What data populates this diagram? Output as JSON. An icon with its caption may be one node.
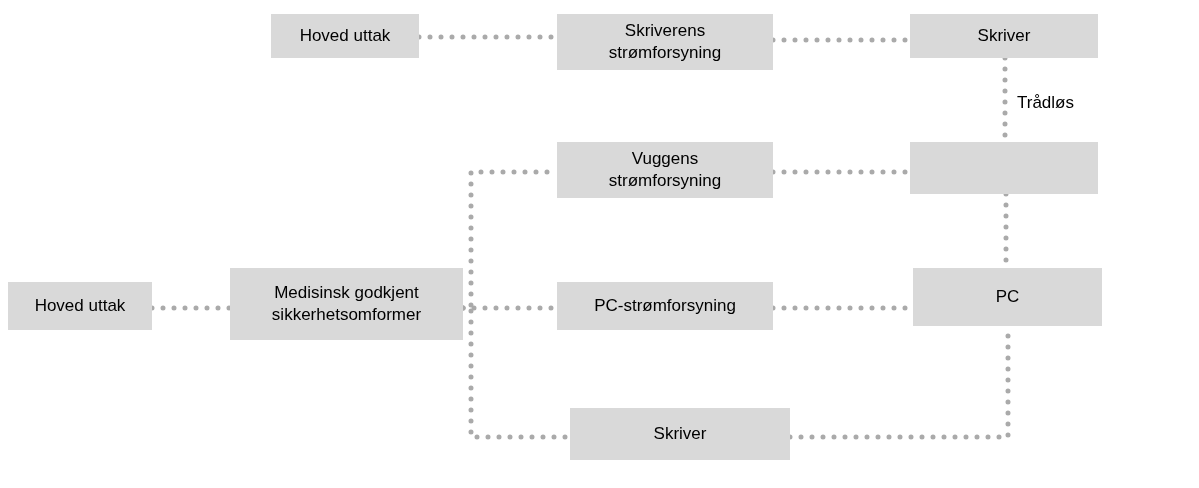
{
  "diagram": {
    "nodes": [
      {
        "text": [
          "Hoved uttak"
        ]
      },
      {
        "text": [
          "Skriverens strømforsyning"
        ]
      },
      {
        "text": [
          "Skriver"
        ]
      },
      {
        "text": [],
        "shape": "box"
      },
      {
        "text": [
          "Vuggens strømforsyning"
        ]
      },
      {
        "text": [
          "Hoved uttak"
        ]
      },
      {
        "text": [
          "Medisinsk godkjent sikkerhetsomformer"
        ]
      },
      {
        "text": [
          "PC-strømforsyning"
        ]
      },
      {
        "text": [
          "PC"
        ]
      },
      {
        "text": [
          "Skriver"
        ]
      }
    ],
    "edges": [
      {
        "from": 0,
        "to": 1,
        "arrow": "none"
      },
      {
        "from": 1,
        "to": 2,
        "arrow": "none"
      },
      {
        "from": 2,
        "to": 3,
        "arrow": "none",
        "label": "Trådløs"
      },
      {
        "from": 4,
        "to": 3,
        "arrow": "none"
      },
      {
        "from": 5,
        "to": 6,
        "arrow": "none"
      },
      {
        "from": 6,
        "to": 4,
        "arrow": "none"
      },
      {
        "from": 6,
        "to": 7,
        "arrow": "none"
      },
      {
        "from": 6,
        "to": 9,
        "arrow": "none"
      },
      {
        "from": 7,
        "to": 8,
        "arrow": "none"
      },
      {
        "from": 3,
        "to": 8,
        "arrow": "none"
      },
      {
        "from": 9,
        "to": 8,
        "arrow": "none"
      }
    ]
  }
}
